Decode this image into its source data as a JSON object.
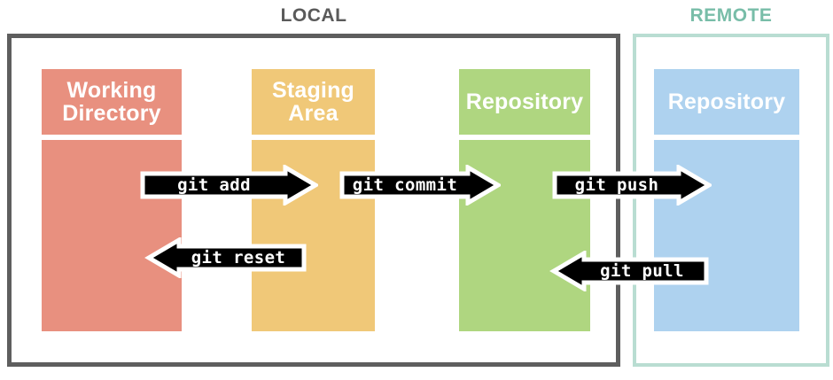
{
  "sections": {
    "local": {
      "label": "LOCAL",
      "border_color": "#5e5e5e"
    },
    "remote": {
      "label": "REMOTE",
      "border_color": "#b9ddd2",
      "text_color": "#78bda8"
    }
  },
  "areas": [
    {
      "key": "working-directory",
      "title": "Working\nDirectory",
      "color": "#e8907f",
      "section": "local"
    },
    {
      "key": "staging-area",
      "title": "Staging\nArea",
      "color": "#f0c878",
      "section": "local"
    },
    {
      "key": "local-repository",
      "title": "Repository",
      "color": "#afd680",
      "section": "local"
    },
    {
      "key": "remote-repository",
      "title": "Repository",
      "color": "#aed2ef",
      "section": "remote"
    }
  ],
  "arrows": [
    {
      "key": "git-add",
      "command": "git add",
      "direction": "right",
      "from": "working-directory",
      "to": "staging-area"
    },
    {
      "key": "git-commit",
      "command": "git commit",
      "direction": "right",
      "from": "staging-area",
      "to": "local-repository"
    },
    {
      "key": "git-push",
      "command": "git push",
      "direction": "right",
      "from": "local-repository",
      "to": "remote-repository"
    },
    {
      "key": "git-reset",
      "command": "git reset",
      "direction": "left",
      "from": "staging-area",
      "to": "working-directory"
    },
    {
      "key": "git-pull",
      "command": "git pull",
      "direction": "left",
      "from": "remote-repository",
      "to": "local-repository"
    }
  ],
  "style": {
    "arrow_fill": "#000000",
    "arrow_outline": "#ffffff",
    "area_text_color": "#ffffff"
  }
}
